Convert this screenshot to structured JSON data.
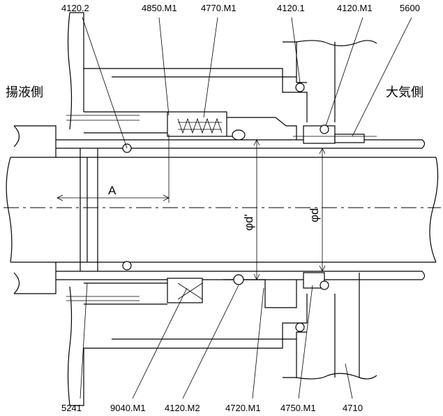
{
  "labels": {
    "top": [
      "4120.2",
      "4850.M1",
      "4770.M1",
      "4120.1",
      "4120.M1",
      "5600"
    ],
    "bottom": [
      "5241",
      "9040.M1",
      "4120.M2",
      "4720.M1",
      "4750.M1",
      "4710"
    ]
  },
  "sides": {
    "left": "揚液側",
    "right": "大気側"
  },
  "dims": {
    "a": "A",
    "d_prime": "φd'",
    "d": "φd"
  }
}
